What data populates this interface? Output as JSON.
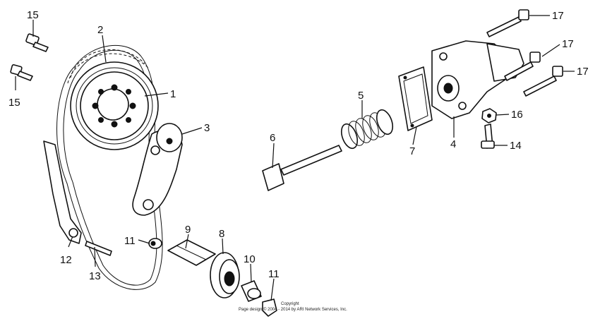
{
  "labels": {
    "p1": "1",
    "p2": "2",
    "p3": "3",
    "p4": "4",
    "p5": "5",
    "p6": "6",
    "p7": "7",
    "p8": "8",
    "p9": "9",
    "p10": "10",
    "p11a": "11",
    "p11b": "11",
    "p12": "12",
    "p13": "13",
    "p14": "14",
    "p15a": "15",
    "p15b": "15",
    "p16": "16",
    "p17a": "17",
    "p17b": "17",
    "p17c": "17"
  },
  "copyright": {
    "line1": "Copyright",
    "line2": "Page design © 2004 - 2014 by ARI Network Services, Inc."
  }
}
